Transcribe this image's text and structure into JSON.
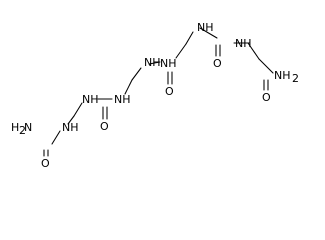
{
  "molecule": {
    "atom_labels": {
      "nh2_right": "NH",
      "nh2_right_sub": "2",
      "o_right": "O",
      "nh_right_a": "NH",
      "nh_top": "NH",
      "o_mid_right": "O",
      "nh_mid_right": "NH",
      "nh_mid_left": "NH",
      "nh_mid": "NH",
      "o_mid_left": "O",
      "nh_left_b": "NH",
      "nh_left": "NH",
      "o_left": "O",
      "nh2_left": "H",
      "nh2_left_sub": "2",
      "nh2_left_n": "N"
    }
  }
}
